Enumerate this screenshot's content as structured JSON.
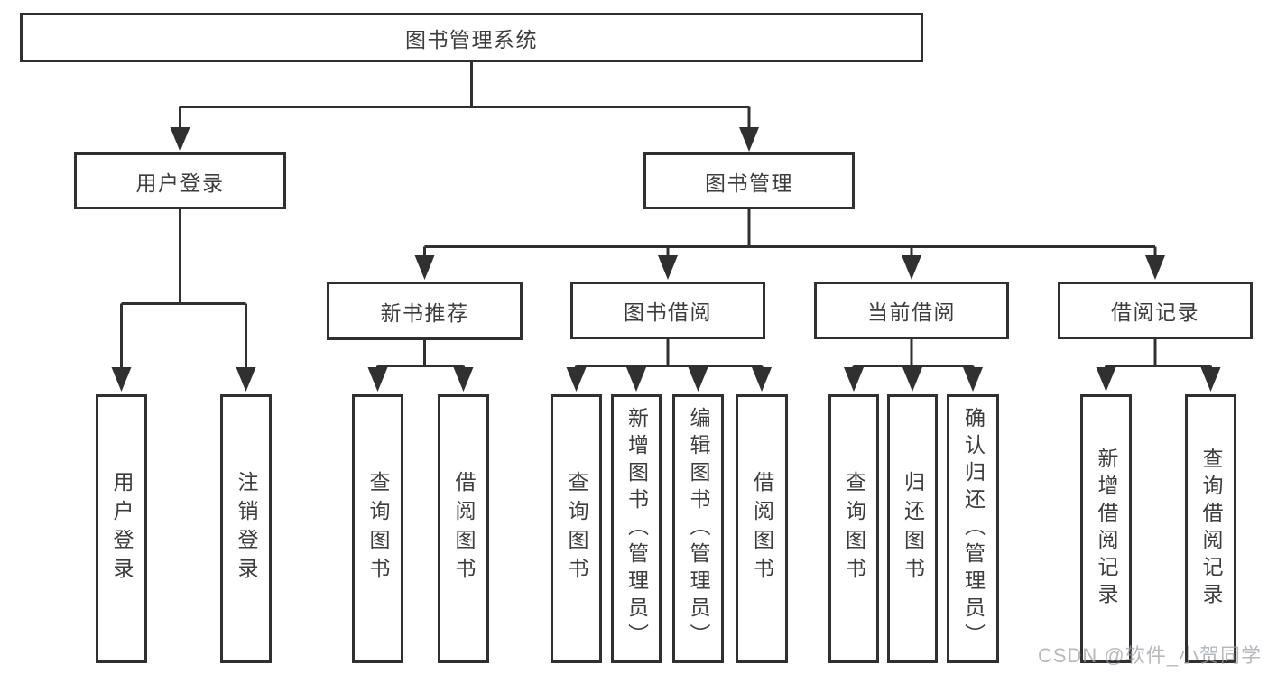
{
  "diagram": {
    "root": {
      "label": "图书管理系统"
    },
    "level1": [
      {
        "label": "用户登录",
        "children": [
          {
            "label": "用户登录"
          },
          {
            "label": "注销登录"
          }
        ]
      },
      {
        "label": "图书管理",
        "children": [
          {
            "label": "新书推荐",
            "children": [
              {
                "label": "查询图书"
              },
              {
                "label": "借阅图书"
              }
            ]
          },
          {
            "label": "图书借阅",
            "children": [
              {
                "label": "查询图书"
              },
              {
                "label": "新增图书（管理员）"
              },
              {
                "label": "编辑图书（管理员）"
              },
              {
                "label": "借阅图书"
              }
            ]
          },
          {
            "label": "当前借阅",
            "children": [
              {
                "label": "查询图书"
              },
              {
                "label": "归还图书"
              },
              {
                "label": "确认归还（管理员）"
              }
            ]
          },
          {
            "label": "借阅记录",
            "children": [
              {
                "label": "新增借阅记录"
              },
              {
                "label": "查询借阅记录"
              }
            ]
          }
        ]
      }
    ]
  },
  "watermark": {
    "text": "CSDN @软件_小贺同学"
  },
  "colors": {
    "line": "#303030",
    "text": "#3d3d3d",
    "watermark": "#9a9da1",
    "background": "#ffffff"
  }
}
